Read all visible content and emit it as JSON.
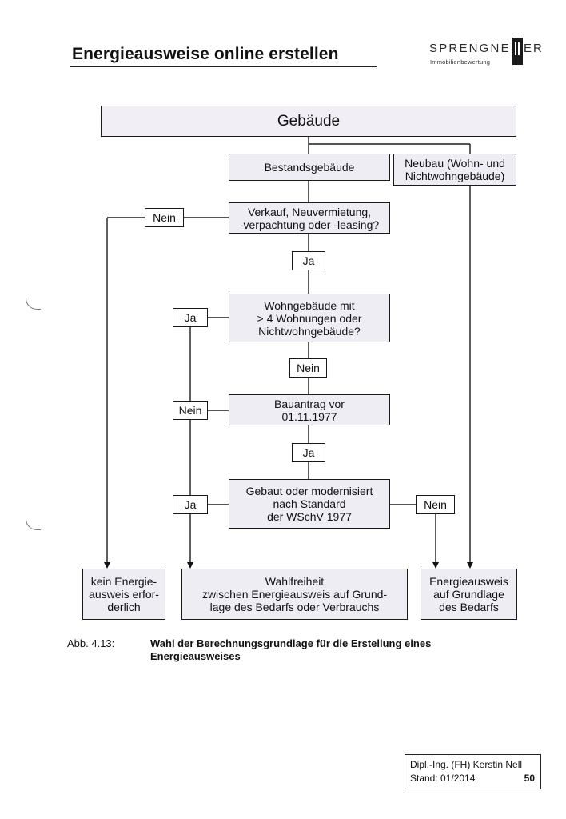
{
  "header": {
    "title": "Energieausweise online erstellen",
    "logo_name": "SPRENGNETTER",
    "logo_subtitle": "Immobilienbewertung"
  },
  "flowchart": {
    "top": "Gebäude",
    "bestand": "Bestandsgebäude",
    "neubau": "Neubau (Wohn- und\nNichtwohngebäude)",
    "verkauf": "Verkauf, Neuvermietung,\n-verpachtung oder -leasing?",
    "wohngebaeude": "Wohngebäude mit\n> 4 Wohnungen oder\nNichtwohngebäude?",
    "bauantrag": "Bauantrag vor\n01.11.1977",
    "gebaut": "Gebaut oder modernisiert\nnach Standard\nder WSchV 1977",
    "labels": {
      "nein_verkauf": "Nein",
      "ja_verkauf": "Ja",
      "ja_wohn": "Ja",
      "nein_wohn": "Nein",
      "nein_bauantrag": "Nein",
      "ja_bauantrag": "Ja",
      "ja_gebaut": "Ja",
      "nein_gebaut": "Nein"
    },
    "outcome_kein": "kein Energie-\nausweis erfor-\nderlich",
    "outcome_wahl": "Wahlfreiheit\nzwischen Energieausweis auf Grund-\nlage des Bedarfs oder Verbrauchs",
    "outcome_bedarf": "Energieausweis\nauf Grundlage\ndes Bedarfs"
  },
  "caption": {
    "number": "Abb. 4.13:",
    "text": "Wahl der Berechnungsgrundlage für die Erstellung eines Energieausweises"
  },
  "footer": {
    "author": "Dipl.-Ing. (FH) Kerstin Nell",
    "stand": "Stand: 01/2014",
    "page": "50"
  }
}
